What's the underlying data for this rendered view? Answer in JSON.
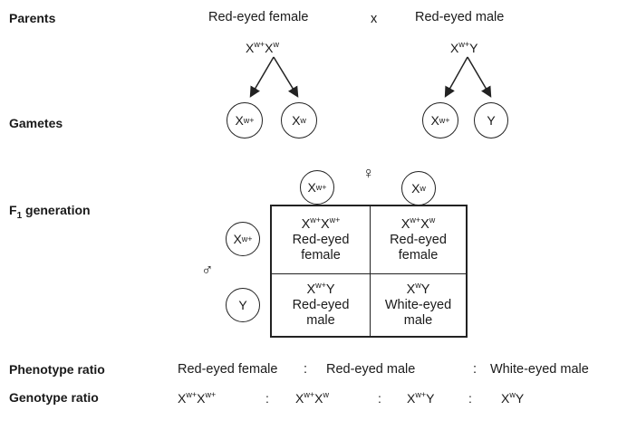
{
  "labels": {
    "parents": "Parents",
    "gametes": "Gametes",
    "f1_prefix": "F",
    "f1_sub": "1",
    "f1_suffix": " generation",
    "phenotype_ratio": "Phenotype ratio",
    "genotype_ratio": "Genotype ratio"
  },
  "parents": {
    "female": "Red-eyed female",
    "cross": "x",
    "male": "Red-eyed male",
    "female_genotype": {
      "a": "X",
      "a_sup": "w+",
      "b": "X",
      "b_sup": "w"
    },
    "male_genotype": {
      "a": "X",
      "a_sup": "w+",
      "b": "Y"
    }
  },
  "gametes": {
    "female": [
      {
        "base": "X",
        "sup": "w+"
      },
      {
        "base": "X",
        "sup": "w"
      }
    ],
    "male": [
      {
        "base": "X",
        "sup": "w+"
      },
      {
        "base": "Y",
        "sup": ""
      }
    ]
  },
  "punnett": {
    "female_symbol": "♀",
    "male_symbol": "♂",
    "columns": [
      {
        "base": "X",
        "sup": "w+"
      },
      {
        "base": "X",
        "sup": "w"
      }
    ],
    "rows": [
      {
        "base": "X",
        "sup": "w+"
      },
      {
        "base": "Y",
        "sup": ""
      }
    ],
    "cells": [
      {
        "g1": "X",
        "s1": "w+",
        "g2": "X",
        "s2": "w+",
        "line1": "Red-eyed",
        "line2": "female"
      },
      {
        "g1": "X",
        "s1": "w+",
        "g2": "X",
        "s2": "w",
        "line1": "Red-eyed",
        "line2": "female"
      },
      {
        "g1": "X",
        "s1": "w+",
        "g2": "Y",
        "s2": "",
        "line1": "Red-eyed",
        "line2": "male"
      },
      {
        "g1": "X",
        "s1": "w",
        "g2": "Y",
        "s2": "",
        "line1": "White-eyed",
        "line2": "male"
      }
    ]
  },
  "phenotype_ratio": [
    "Red-eyed female",
    ":",
    "Red-eyed male",
    ":",
    "White-eyed male"
  ],
  "genotype_ratio": [
    {
      "g1": "X",
      "s1": "w+",
      "g2": "X",
      "s2": "w+"
    },
    {
      "g1": "X",
      "s1": "w+",
      "g2": "X",
      "s2": "w"
    },
    {
      "g1": "X",
      "s1": "w+",
      "g2": "Y",
      "s2": ""
    },
    {
      "g1": "X",
      "s1": "w",
      "g2": "Y",
      "s2": ""
    }
  ],
  "ratio_separator": ":"
}
